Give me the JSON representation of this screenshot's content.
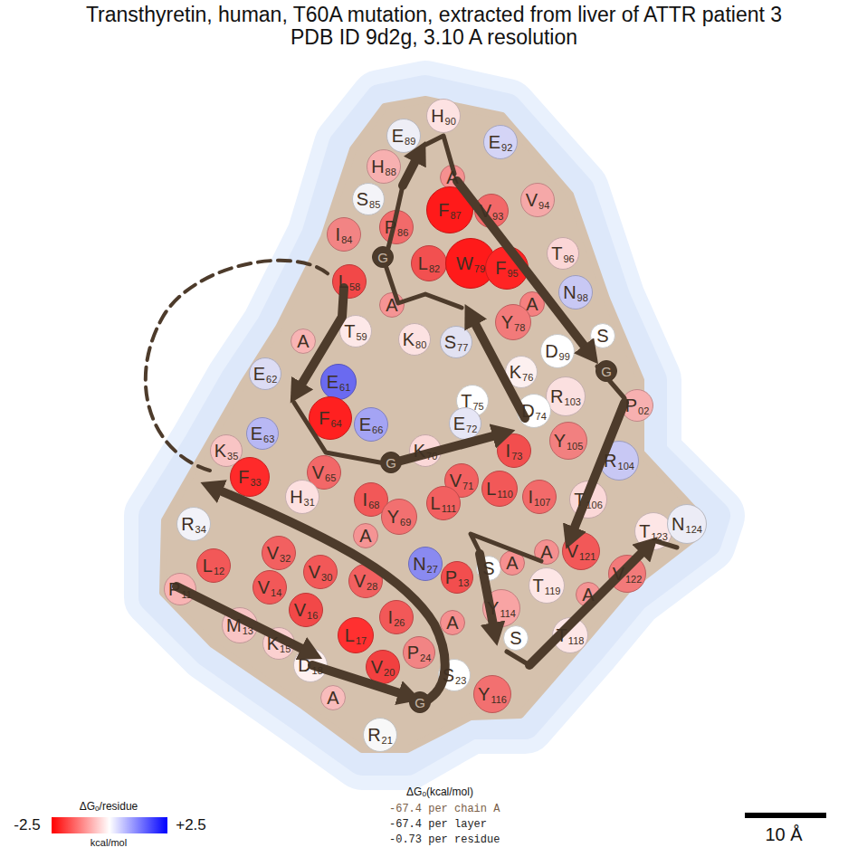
{
  "diagram": {
    "title": "Transthyretin, human, T60A mutation, extracted from liver of ATTR patient 3 PDB ID 9d2g, 3.10 A resolution",
    "nodes": [
      {
        "text": [
          "E",
          "89"
        ]
      },
      {
        "text": [
          "H",
          "90"
        ]
      },
      {
        "text": [
          "E",
          "92"
        ]
      },
      {
        "text": [
          "H",
          "88"
        ]
      },
      {
        "text": [
          "A"
        ]
      },
      {
        "text": [
          "S",
          "85"
        ]
      },
      {
        "text": [
          "F",
          "87"
        ]
      },
      {
        "text": [
          "V",
          "93"
        ]
      },
      {
        "text": [
          "V",
          "94"
        ]
      },
      {
        "text": [
          "I",
          "84"
        ]
      },
      {
        "text": [
          "P",
          "86"
        ]
      },
      {
        "text": [
          "G"
        ]
      },
      {
        "text": [
          "L",
          "82"
        ]
      },
      {
        "text": [
          "W",
          "79"
        ]
      },
      {
        "text": [
          "F",
          "95"
        ]
      },
      {
        "text": [
          "T",
          "96"
        ]
      },
      {
        "text": [
          "L",
          "58"
        ]
      },
      {
        "text": [
          "N",
          "98"
        ]
      },
      {
        "text": [
          "A"
        ]
      },
      {
        "text": [
          "K",
          "80"
        ]
      },
      {
        "text": [
          "A"
        ]
      },
      {
        "text": [
          "Y",
          "78"
        ]
      },
      {
        "text": [
          "S",
          "77"
        ]
      },
      {
        "text": [
          "S"
        ]
      },
      {
        "text": [
          "T",
          "59"
        ]
      },
      {
        "text": [
          "A"
        ]
      },
      {
        "text": [
          "D",
          "99"
        ]
      },
      {
        "text": [
          "K",
          "76"
        ]
      },
      {
        "text": [
          "G"
        ]
      },
      {
        "text": [
          "P",
          "02"
        ]
      },
      {
        "text": [
          "R",
          "103"
        ]
      },
      {
        "text": [
          "T",
          "75"
        ]
      },
      {
        "text": [
          "E",
          "62"
        ]
      },
      {
        "text": [
          "E",
          "61"
        ]
      },
      {
        "text": [
          "D",
          "74"
        ]
      },
      {
        "text": [
          "E",
          "72"
        ]
      },
      {
        "text": [
          "F",
          "64"
        ]
      },
      {
        "text": [
          "E",
          "66"
        ]
      },
      {
        "text": [
          "Y",
          "105"
        ]
      },
      {
        "text": [
          "E",
          "63"
        ]
      },
      {
        "text": [
          "K",
          "70"
        ]
      },
      {
        "text": [
          "I",
          "73"
        ]
      },
      {
        "text": [
          "R",
          "104"
        ]
      },
      {
        "text": [
          "K",
          "35"
        ]
      },
      {
        "text": [
          "G"
        ]
      },
      {
        "text": [
          "V",
          "65"
        ]
      },
      {
        "text": [
          "V",
          "71"
        ]
      },
      {
        "text": [
          "F",
          "33"
        ]
      },
      {
        "text": [
          "H",
          "31"
        ]
      },
      {
        "text": [
          "I",
          "68"
        ]
      },
      {
        "text": [
          "L",
          "110"
        ]
      },
      {
        "text": [
          "I",
          "107"
        ]
      },
      {
        "text": [
          "T",
          "106"
        ]
      },
      {
        "text": [
          "R",
          "34"
        ]
      },
      {
        "text": [
          "L",
          "12"
        ]
      },
      {
        "text": [
          "V",
          "32"
        ]
      },
      {
        "text": [
          "A"
        ]
      },
      {
        "text": [
          "N",
          "27"
        ]
      },
      {
        "text": [
          "L",
          "111"
        ]
      },
      {
        "text": [
          "Y",
          "69"
        ]
      },
      {
        "text": [
          "A"
        ]
      },
      {
        "text": [
          "V",
          "121"
        ]
      },
      {
        "text": [
          "T",
          "123"
        ]
      },
      {
        "text": [
          "N",
          "124"
        ]
      },
      {
        "text": [
          "P",
          "11"
        ]
      },
      {
        "text": [
          "V",
          "14"
        ]
      },
      {
        "text": [
          "V",
          "30"
        ]
      },
      {
        "text": [
          "V",
          "28"
        ]
      },
      {
        "text": [
          "P",
          "13"
        ]
      },
      {
        "text": [
          "S"
        ]
      },
      {
        "text": [
          "A"
        ]
      },
      {
        "text": [
          "T",
          "119"
        ]
      },
      {
        "text": [
          "V",
          "122"
        ]
      },
      {
        "text": [
          "A"
        ]
      },
      {
        "text": [
          "M",
          "13"
        ]
      },
      {
        "text": [
          "V",
          "16"
        ]
      },
      {
        "text": [
          "I",
          "26"
        ]
      },
      {
        "text": [
          "Y",
          "114"
        ]
      },
      {
        "text": [
          "S"
        ]
      },
      {
        "text": [
          "T",
          "118"
        ]
      },
      {
        "text": [
          "K",
          "15"
        ]
      },
      {
        "text": [
          "L",
          "17"
        ]
      },
      {
        "text": [
          "P",
          "24"
        ]
      },
      {
        "text": [
          "A"
        ]
      },
      {
        "text": [
          "D",
          "18"
        ]
      },
      {
        "text": [
          "V",
          "20"
        ]
      },
      {
        "text": [
          "S",
          "23"
        ]
      },
      {
        "text": [
          "Y",
          "116"
        ]
      },
      {
        "text": [
          "A"
        ]
      },
      {
        "text": [
          "G"
        ]
      },
      {
        "text": [
          "R",
          "21"
        ]
      }
    ],
    "labels": [
      "ΔGₒ/residue",
      "-2.5",
      "+2.5",
      "kcal/mol",
      "ΔGₒ(kcal/mol)",
      "-67.4 per chain A",
      "-67.4 per layer",
      "-0.73 per residue",
      "10 Å"
    ]
  }
}
